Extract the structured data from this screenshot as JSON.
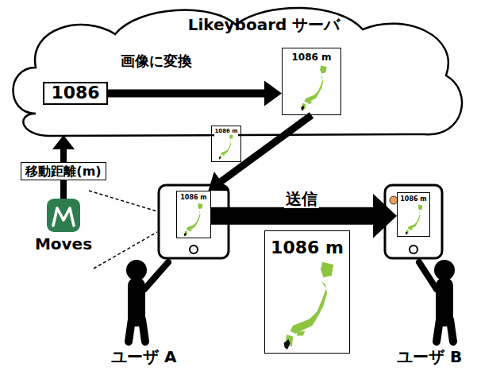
{
  "diagram": {
    "nodes": [
      {
        "text": [
          "Likeyboard サーバ"
        ]
      },
      {
        "text": [
          "1086"
        ],
        "in": 0
      },
      {
        "text": [
          "1086 m"
        ],
        "in": 0
      },
      {
        "text": [
          "1086 m"
        ]
      },
      {
        "text": [
          "Moves"
        ]
      },
      {
        "text": [
          "1086 m"
        ]
      },
      {
        "text": [
          "1086 m"
        ]
      },
      {
        "text": [
          "1086 m"
        ]
      }
    ],
    "edges": [
      {
        "from": 1,
        "to": 2,
        "arrow": "to",
        "label": "画像に変換"
      },
      {
        "from": 2,
        "to": 5,
        "arrow": "to"
      },
      {
        "from": 4,
        "to": 0,
        "arrow": "to",
        "label": "移動距離(m)"
      },
      {
        "from": 5,
        "to": 7,
        "arrow": "to",
        "label": "送信"
      }
    ],
    "labels": [
      "ユーザ A",
      "ユーザ B"
    ]
  }
}
